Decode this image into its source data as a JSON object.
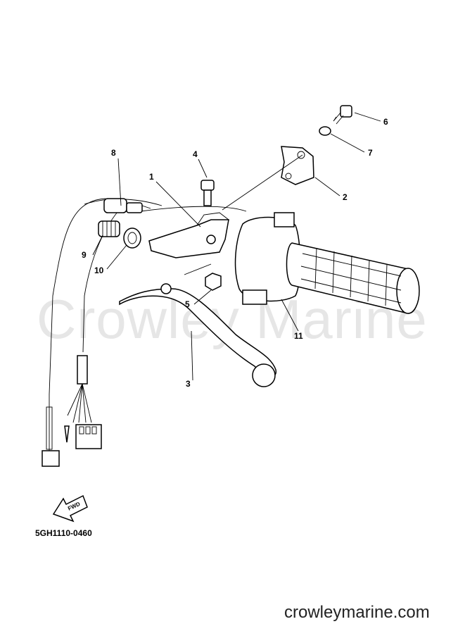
{
  "watermark": "Crowley Marine",
  "diagram_code": "5GH1110-0460",
  "fwd_label": "FWD",
  "site_name": "crowleymarine.com",
  "part_numbers": [
    "1",
    "2",
    "3",
    "4",
    "5",
    "6",
    "7",
    "8",
    "9",
    "10",
    "11"
  ]
}
